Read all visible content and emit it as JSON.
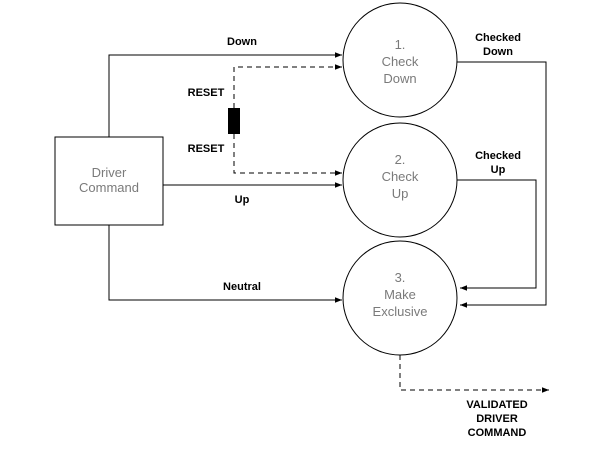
{
  "nodes": {
    "driver_command": {
      "line1": "Driver",
      "line2": "Command"
    },
    "check_down": {
      "line1": "1.",
      "line2": "Check",
      "line3": "Down"
    },
    "check_up": {
      "line1": "2.",
      "line2": "Check",
      "line3": "Up"
    },
    "make_exclusive": {
      "line1": "3.",
      "line2": "Make",
      "line3": "Exclusive"
    }
  },
  "edges": {
    "down": "Down",
    "up": "Up",
    "neutral": "Neutral",
    "reset_top": "RESET",
    "reset_bottom": "RESET",
    "checked_down": {
      "line1": "Checked",
      "line2": "Down"
    },
    "checked_up": {
      "line1": "Checked",
      "line2": "Up"
    },
    "output": {
      "line1": "VALIDATED",
      "line2": "DRIVER",
      "line3": "COMMAND"
    }
  }
}
